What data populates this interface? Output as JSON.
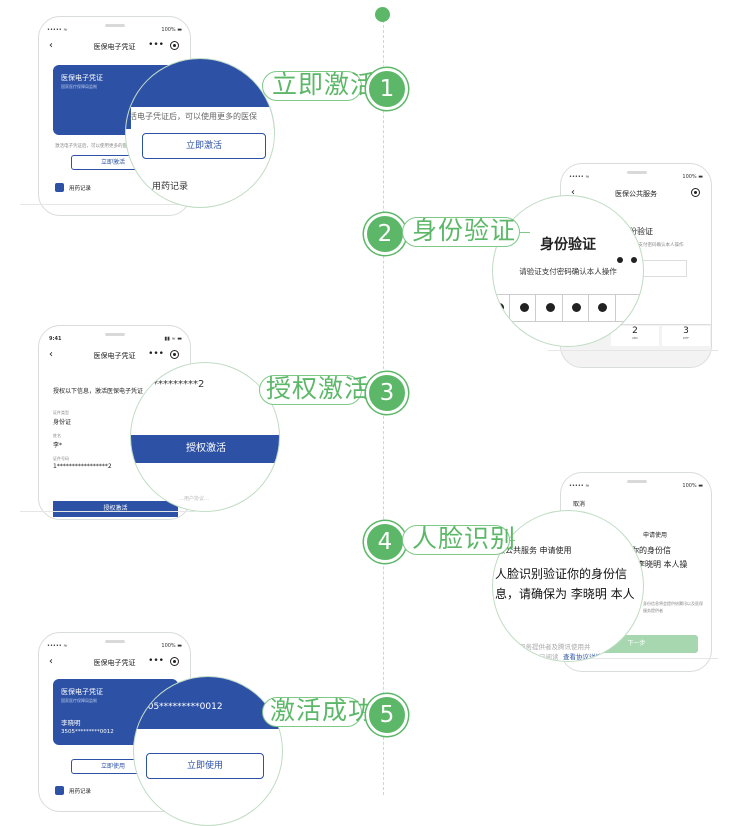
{
  "steps": [
    {
      "num": "1",
      "title": "立即激活"
    },
    {
      "num": "2",
      "title": "身份验证"
    },
    {
      "num": "3",
      "title": "授权激活"
    },
    {
      "num": "4",
      "title": "人脸识别"
    },
    {
      "num": "5",
      "title": "激活成功"
    }
  ],
  "phone1": {
    "status_left": "••••• ≈",
    "status_right": "100% ▬",
    "nav_title": "医保电子凭证",
    "nav_dots": "•••",
    "card_title": "医保电子凭证",
    "card_sub": "国家医疗保障局监制",
    "hint": "激活电子凭证后，可以使用更多的医保服务",
    "activate_btn": "立即激活",
    "record_label": "用药记录",
    "zoom_hint": "活电子凭证后，可以使用更多的医保",
    "zoom_btn": "立即激活",
    "zoom_record": "用药记录"
  },
  "phone2": {
    "status_left": "••••• ≈",
    "status_right": "100% ▬",
    "nav_title": "医保公共服务",
    "bg_title": "身份验证",
    "bg_sub": "请输入支付密码确认本人操作",
    "zoom_title": "身份验证",
    "zoom_sub": "请验证支付密码确认本人操作",
    "keys": [
      {
        "n": "2",
        "l": "ABC"
      },
      {
        "n": "3",
        "l": "DEF"
      }
    ]
  },
  "phone3": {
    "time": "9:41",
    "status_right": "▮▮ ≈ ▬",
    "nav_title": "医保电子凭证",
    "heading": "授权以下信息，激活医保电子凭证",
    "f1_label": "证件类型",
    "f1_value": "身份证",
    "f2_label": "姓名",
    "f2_value": "李*",
    "f3_label": "证件号码",
    "f3_value": "1*****************2",
    "btn": "授权激活",
    "zoom_masked": "*********2",
    "zoom_btn": "授权激活",
    "zoom_small": "…用户协议…"
  },
  "phone4": {
    "status_left": "••••• ≈",
    "status_right": "100% ▬",
    "cancel": "取消",
    "bg_apply": "申请使用",
    "bg_line1": "你的身份信",
    "bg_line2": "李晓明 本人操",
    "bg_small1": "身份信息将会提供给腾讯以及医保",
    "bg_small2": "服务提供者",
    "bg_next": "下一步",
    "zoom_head": "保公共服务 申请使用",
    "zoom_line1": "人脸识别验证你的身份信",
    "zoom_line2": "息，请确保为 李晓明 本人",
    "zoom_small1": "服务提供者及腾讯使用并",
    "zoom_small2": "已阅读",
    "zoom_link": "查看协议详情"
  },
  "phone5": {
    "status_left": "••••• ≈",
    "status_right": "100% ▬",
    "nav_title": "医保电子凭证",
    "card_title": "医保电子凭证",
    "card_sub": "国家医疗保障局监制",
    "name": "李晓明",
    "id": "3505*********0012",
    "btn": "立即使用",
    "record_label": "用药记录",
    "zoom_id": "505*********0012",
    "zoom_btn": "立即使用"
  },
  "colors": {
    "accent_green": "#5cb868",
    "brand_blue": "#2d52a5"
  }
}
